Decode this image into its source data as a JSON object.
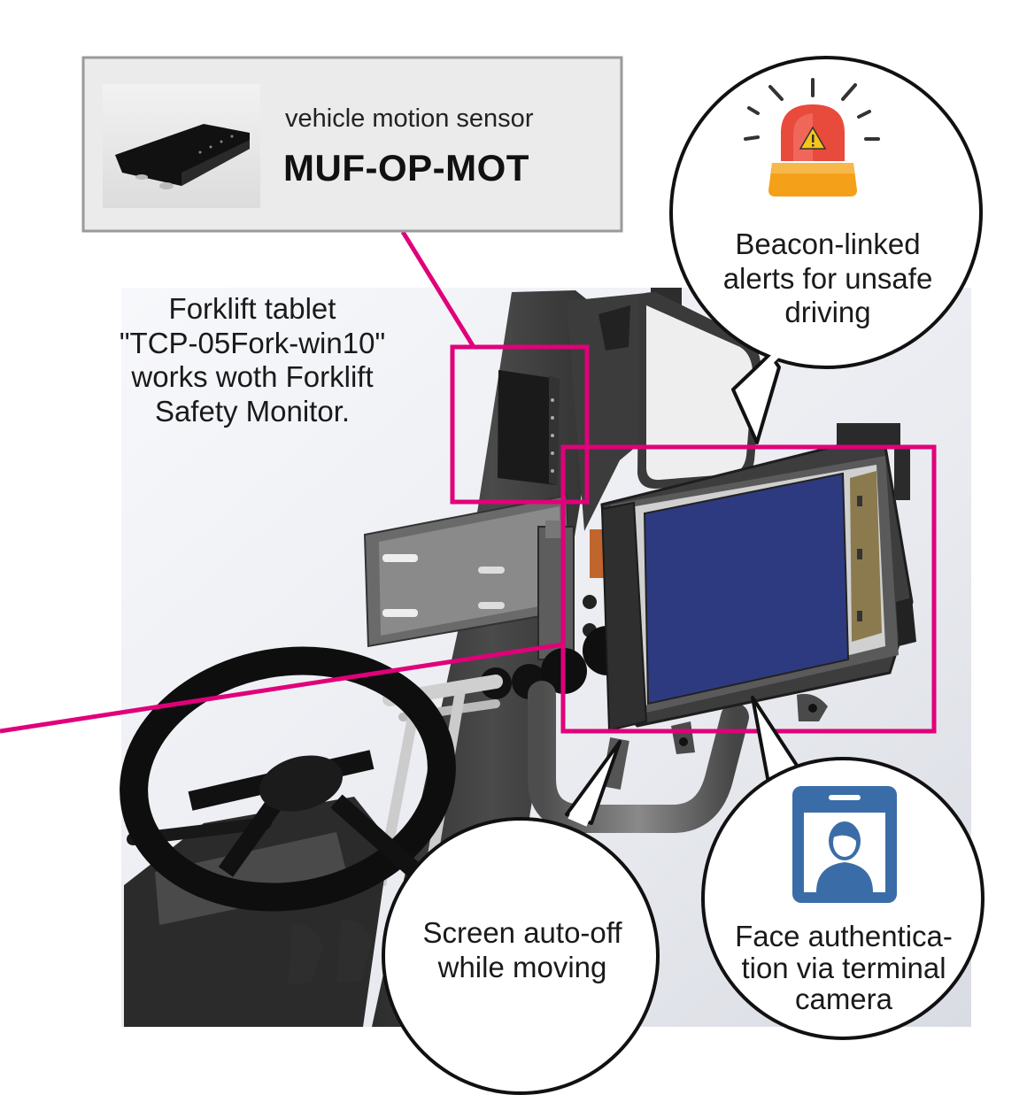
{
  "sensor_box": {
    "subtitle": "vehicle motion sensor",
    "model": "MUF-OP-MOT",
    "photo_name": "vehicle-motion-sensor-photo"
  },
  "tablet_note": {
    "lines": [
      "Forklift tablet",
      "\"TCP-05Fork-win10\"",
      "works woth Forklift",
      "Safety Monitor."
    ]
  },
  "callouts": {
    "beacon": {
      "lines": [
        "Beacon-linked",
        "alerts for unsafe",
        "driving"
      ],
      "icon": "beacon-alert-icon"
    },
    "screen": {
      "lines": [
        "Screen auto-off",
        "while moving"
      ]
    },
    "face": {
      "lines": [
        "Face authentica-",
        "tion via terminal",
        "camera"
      ],
      "icon": "face-id-badge-icon"
    }
  },
  "colors": {
    "highlight": "#e0007a",
    "tablet_screen": "#2e3a80",
    "beacon_red": "#e84a3c",
    "beacon_orange": "#f5a019",
    "badge_blue": "#3a6da8",
    "machine_dark": "#3a3a3a"
  }
}
